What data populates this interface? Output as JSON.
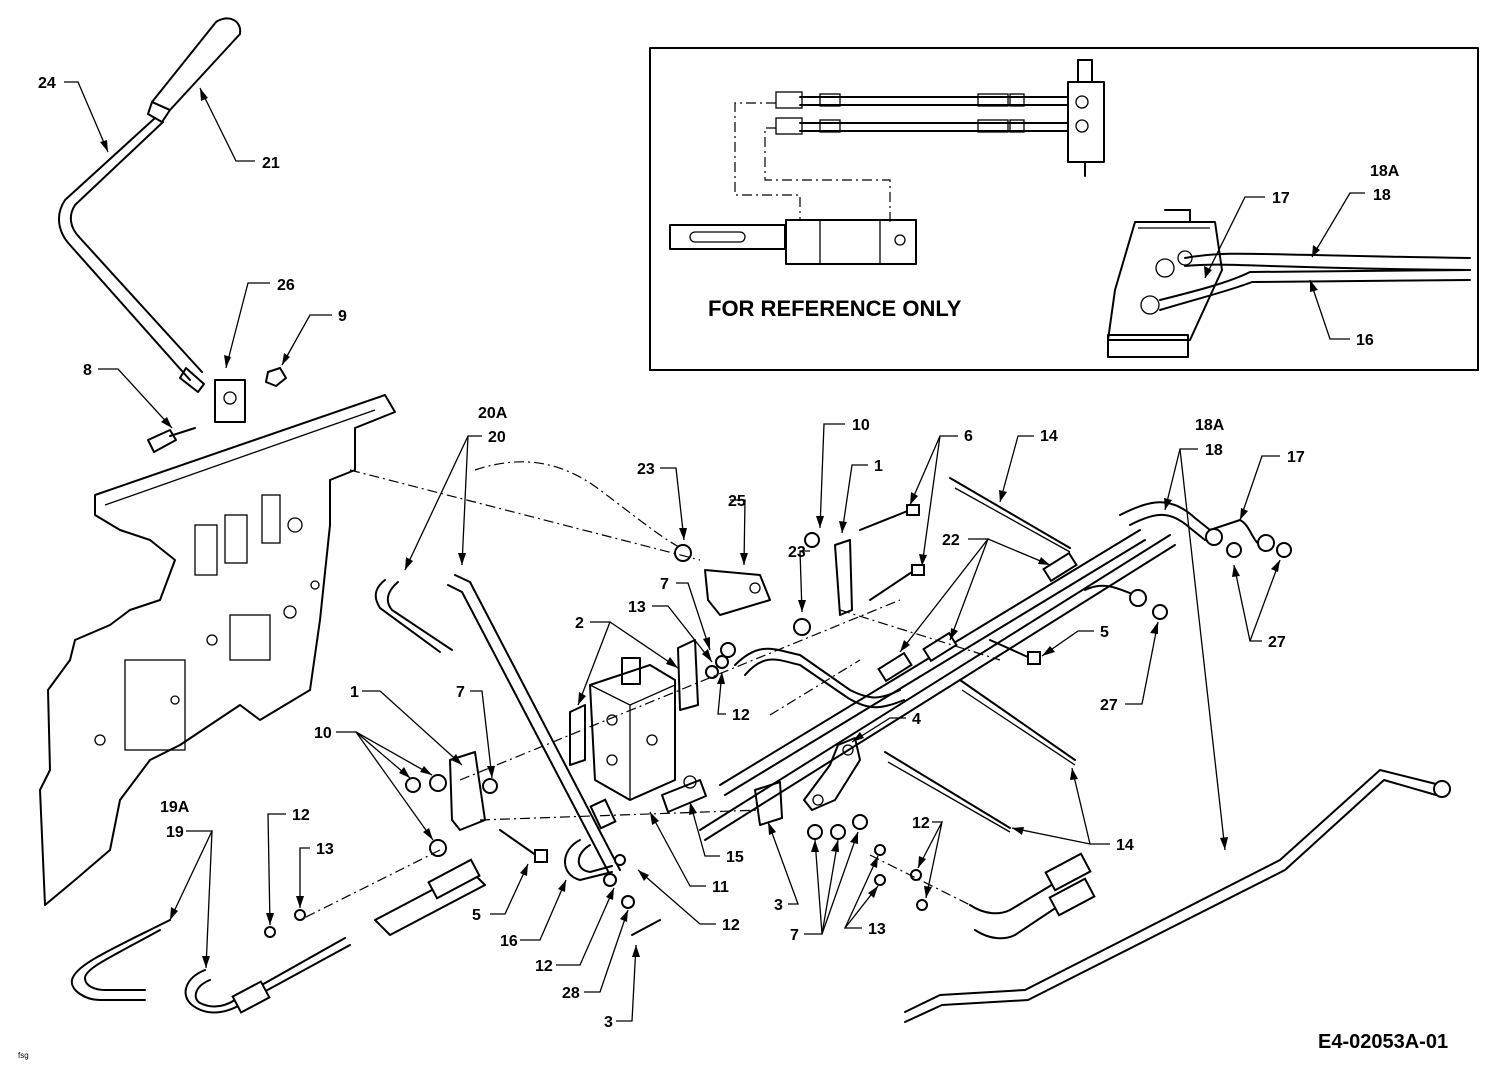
{
  "inset": {
    "caption": "FOR REFERENCE ONLY",
    "labels": [
      "17",
      "18A",
      "18",
      "16"
    ]
  },
  "callouts": {
    "c24": "24",
    "c21": "21",
    "c26": "26",
    "c9": "9",
    "c8": "8",
    "c20a": "20A",
    "c20": "20",
    "c23a": "23",
    "c25": "25",
    "c10a": "10",
    "c1a": "1",
    "c6": "6",
    "c14a": "14",
    "c18a": "18A",
    "c18": "18",
    "c17": "17",
    "c22": "22",
    "c23b": "23",
    "c7a": "7",
    "c13a": "13",
    "c2": "2",
    "c12a": "12",
    "c5a": "5",
    "c27a": "27",
    "c27b": "27",
    "c4": "4",
    "c1b": "1",
    "c7b": "7",
    "c10b": "10",
    "c19a": "19A",
    "c19": "19",
    "c12b": "12",
    "c13b": "13",
    "c5b": "5",
    "c16": "16",
    "c11": "11",
    "c15": "15",
    "c12c": "12",
    "c12d": "12",
    "c28": "28",
    "c3a": "3",
    "c3b": "3",
    "c7c": "7",
    "c13c": "13",
    "c12e": "12",
    "c14b": "14"
  },
  "drawing_code": "E4-02053A-01",
  "corner_mark": "fsg"
}
